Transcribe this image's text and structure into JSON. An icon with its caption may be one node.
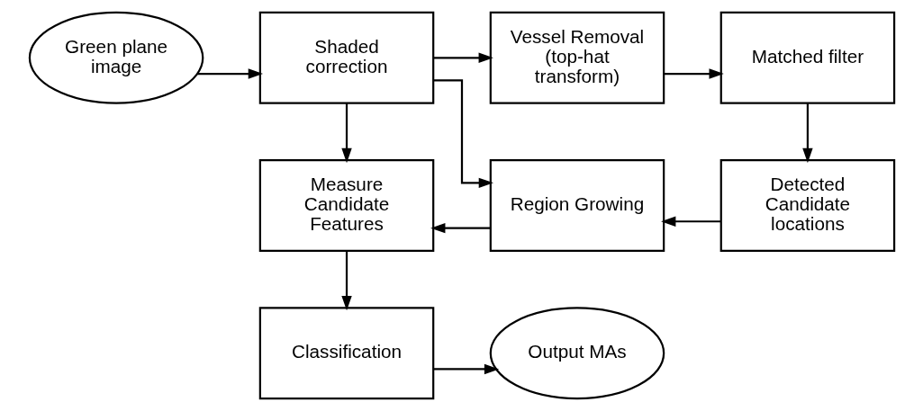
{
  "diagram": {
    "nodes": [
      {
        "text": [
          "Green plane image"
        ]
      },
      {
        "text": [
          "Shaded correction"
        ]
      },
      {
        "text": [
          "Vessel Removal (top-hat transform)"
        ]
      },
      {
        "text": [
          "Matched filter"
        ]
      },
      {
        "text": [
          "Measure Candidate Features"
        ]
      },
      {
        "text": [
          "Region Growing"
        ]
      },
      {
        "text": [
          "Detected Candidate locations"
        ]
      },
      {
        "text": [
          "Classification"
        ]
      },
      {
        "text": [
          "Output MAs"
        ]
      }
    ],
    "edges": [
      {
        "from": 0,
        "to": 1,
        "arrow": "to"
      },
      {
        "from": 1,
        "to": 2,
        "arrow": "to"
      },
      {
        "from": 2,
        "to": 3,
        "arrow": "to"
      },
      {
        "from": 3,
        "to": 6,
        "arrow": "to"
      },
      {
        "from": 6,
        "to": 5,
        "arrow": "to"
      },
      {
        "from": 5,
        "to": 4,
        "arrow": "to"
      },
      {
        "from": 1,
        "to": 4,
        "arrow": "to"
      },
      {
        "from": 1,
        "to": 5,
        "arrow": "to"
      },
      {
        "from": 4,
        "to": 7,
        "arrow": "to"
      },
      {
        "from": 7,
        "to": 8,
        "arrow": "to"
      }
    ]
  }
}
